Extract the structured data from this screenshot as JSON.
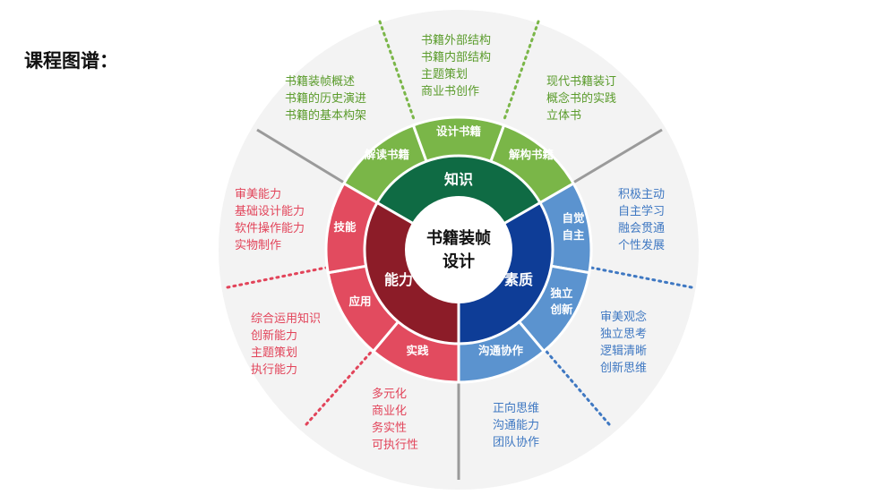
{
  "page": {
    "title": "课程图谱："
  },
  "colors": {
    "green_outer": "#7ab648",
    "green_inner": "#0f6b44",
    "red_outer": "#e24b5f",
    "red_inner": "#8c1c28",
    "blue_outer": "#5b93cf",
    "blue_inner": "#0e3d97",
    "text_green": "#5a9b2b",
    "text_red": "#e2445a",
    "text_blue": "#3f78c2",
    "line_gray": "#9a9a9a"
  },
  "center": {
    "line1": "书籍装帧",
    "line2": "设计"
  },
  "inner": {
    "green": "知识",
    "red": "能力",
    "blue": "素质"
  },
  "outer": {
    "jiedu": "解读书籍",
    "sheji": "设计书籍",
    "jiegou": "解构书籍",
    "zijue": [
      "自觉",
      "自主"
    ],
    "duli": [
      "独立",
      "创新"
    ],
    "goutong": "沟通协作",
    "shijian": "实践",
    "yingyong": "应用",
    "jineng": "技能"
  },
  "annotations": {
    "sheji": [
      "书籍外部结构",
      "书籍内部结构",
      "主题策划",
      "商业书创作"
    ],
    "jiedu": [
      "书籍装帧概述",
      "书籍的历史演进",
      "书籍的基本构架"
    ],
    "jiegou": [
      "现代书籍装订",
      "概念书的实践",
      "立体书"
    ],
    "jineng": [
      "审美能力",
      "基础设计能力",
      "软件操作能力",
      "实物制作"
    ],
    "yingyong": [
      "综合运用知识",
      "创新能力",
      "主题策划",
      "执行能力"
    ],
    "shijian": [
      "多元化",
      "商业化",
      "务实性",
      "可执行性"
    ],
    "goutong": [
      "正向思维",
      "沟通能力",
      "团队协作"
    ],
    "zijue": [
      "积极主动",
      "自主学习",
      "融会贯通",
      "个性发展"
    ],
    "duli": [
      "审美观念",
      "独立思考",
      "逻辑清晰",
      "创新思维"
    ]
  }
}
